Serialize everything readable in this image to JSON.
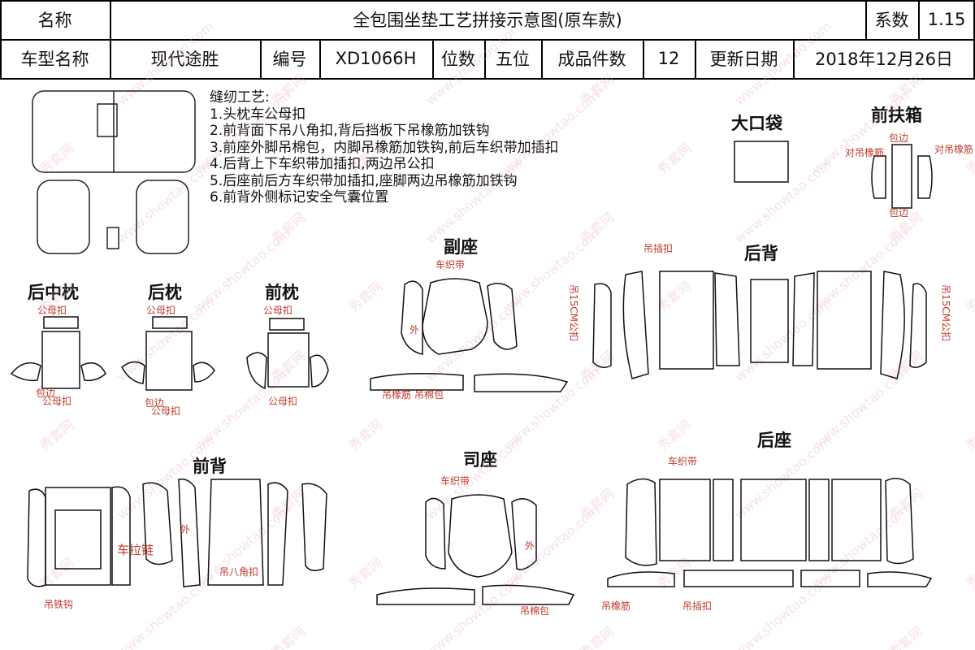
{
  "header": {
    "row1": {
      "name_label": "名称",
      "title": "全包围坐垫工艺拼接示意图(原车款)",
      "coef_label": "系数",
      "coef_value": "1.15"
    },
    "row2": {
      "model_label": "车型名称",
      "model_value": "现代途胜",
      "code_label": "编号",
      "code_value": "XD1066H",
      "seats_label": "位数",
      "seats_value": "五位",
      "pieces_label": "成品件数",
      "pieces_value": "12",
      "date_label": "更新日期",
      "date_value": "2018年12月26日"
    }
  },
  "notes": {
    "heading": "缝纫工艺:",
    "items": [
      "1.头枕车公母扣",
      "2.前背面下吊八角扣,背后挡板下吊橡筋加铁钩",
      "3.前座外脚吊棉包，内脚吊橡筋加铁钩,前后车织带加插扣",
      "4.后背上下车织带加插扣,两边吊公扣",
      "5.后座前后方车织带加插扣,座脚两边吊橡筋加铁钩",
      "6.前背外侧标记安全气囊位置"
    ]
  },
  "sections": {
    "big_pocket": "大口袋",
    "front_armrest": "前扶箱",
    "passenger_seat": "副座",
    "rear_back": "后背",
    "rear_middle_headrest": "后中枕",
    "rear_headrest": "后枕",
    "front_headrest": "前枕",
    "front_back": "前背",
    "driver_seat": "司座",
    "rear_seat": "后座"
  },
  "labels": {
    "male_female_snap": "公母扣",
    "edge_binding": "包边",
    "outer": "外",
    "car_strap": "车织带",
    "hang_insert_buckle": "吊插扣",
    "hang_elastic": "吊橡筋",
    "hang_cotton_pack": "吊棉包",
    "hang_15cm_male": "吊15CM公扣",
    "pull_chain": "车拉链",
    "hang_iron_hook": "吊铁钩",
    "hang_octagon_buckle": "吊八角扣",
    "pair_hang_elastic": "对吊橡筋"
  },
  "watermark": {
    "site": "秀套网",
    "url": "www.showtao.com"
  },
  "colors": {
    "line": "#000000",
    "annotation": "#c0392b",
    "watermark": "#e8a6c8"
  }
}
